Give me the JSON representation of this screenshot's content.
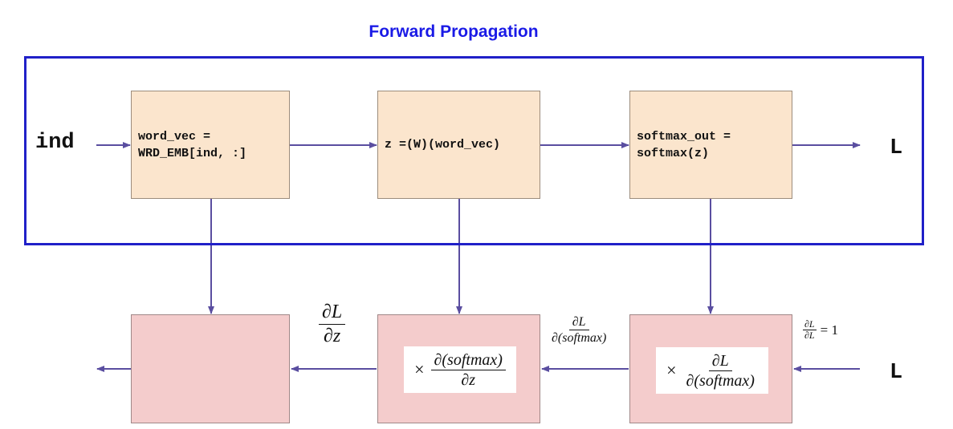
{
  "title": "Forward Propagation",
  "forward": {
    "input_label": "ind",
    "output_label": "L",
    "box1_line1": "word_vec =",
    "box1_line2": "WRD_EMB[ind, :]",
    "box2_line1": "z =(W)(word_vec)",
    "box3_line1": "softmax_out =",
    "box3_line2": "softmax(z)"
  },
  "backward": {
    "input_label": "L",
    "dL_dL_num": "∂L",
    "dL_dL_den": "∂L",
    "dL_dL_eq": "= 1",
    "dL_dsoftmax_num": "∂L",
    "dL_dsoftmax_den": "∂(softmax)",
    "dL_dz_num": "∂L",
    "dL_dz_den": "∂z",
    "box3_times": "×",
    "box3_num": "∂L",
    "box3_den": "∂(softmax)",
    "box2_times": "×",
    "box2_num": "∂(softmax)",
    "box2_den": "∂z"
  },
  "colors": {
    "title": "#1a1ae6",
    "frame": "#2020c8",
    "forward_box": "#fbe5cd",
    "backward_box": "#f4cccc",
    "arrow": "#5a4ea0"
  }
}
